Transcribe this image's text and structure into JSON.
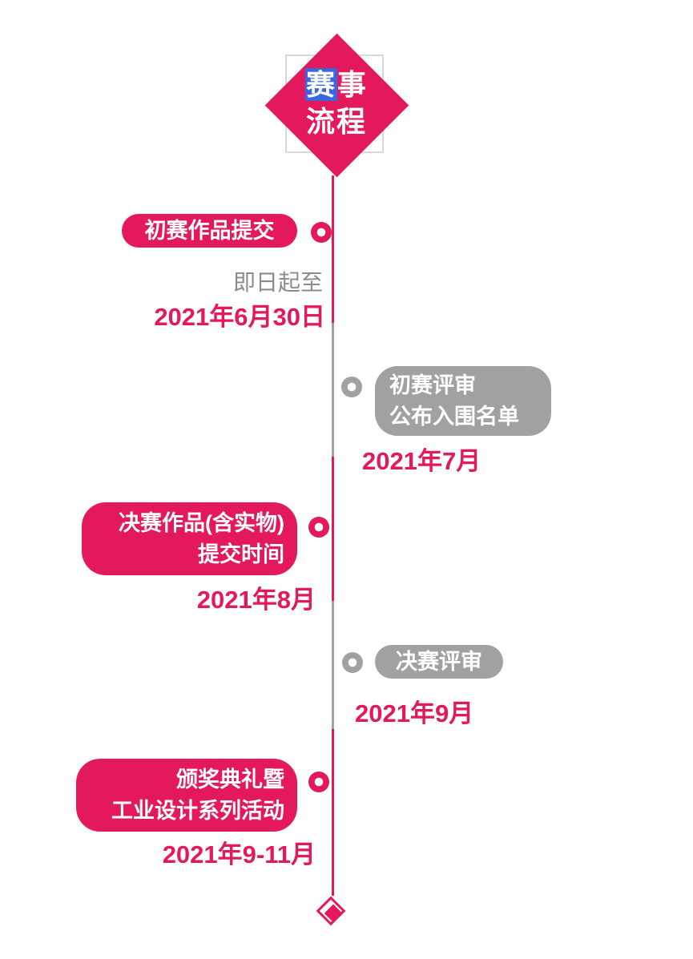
{
  "colors": {
    "pink": "#E4185C",
    "gray": "#A1A1A1",
    "gray_text": "#8C8C8C",
    "blue": "#3A66DF",
    "square_border": "#D9D9D9",
    "white": "#FFFFFF"
  },
  "header": {
    "title_char_highlight": "赛",
    "title_char_rest": "事",
    "title_line2": "流程"
  },
  "timeline": {
    "stages": [
      {
        "side": "left",
        "color": "pink",
        "label_line1": "初赛作品提交",
        "date_note": "即日起至",
        "date": "2021年6月30日"
      },
      {
        "side": "right",
        "color": "gray",
        "label_line1": "初赛评审",
        "label_line2": "公布入围名单",
        "date": "2021年7月"
      },
      {
        "side": "left",
        "color": "pink",
        "label_line1": "决赛作品(含实物)",
        "label_line2": "提交时间",
        "date": "2021年8月"
      },
      {
        "side": "right",
        "color": "gray",
        "label_line1": "决赛评审",
        "date": "2021年9月"
      },
      {
        "side": "left",
        "color": "pink",
        "label_line1": "颁奖典礼暨",
        "label_line2": "工业设计系列活动",
        "date": "2021年9-11月"
      }
    ]
  }
}
